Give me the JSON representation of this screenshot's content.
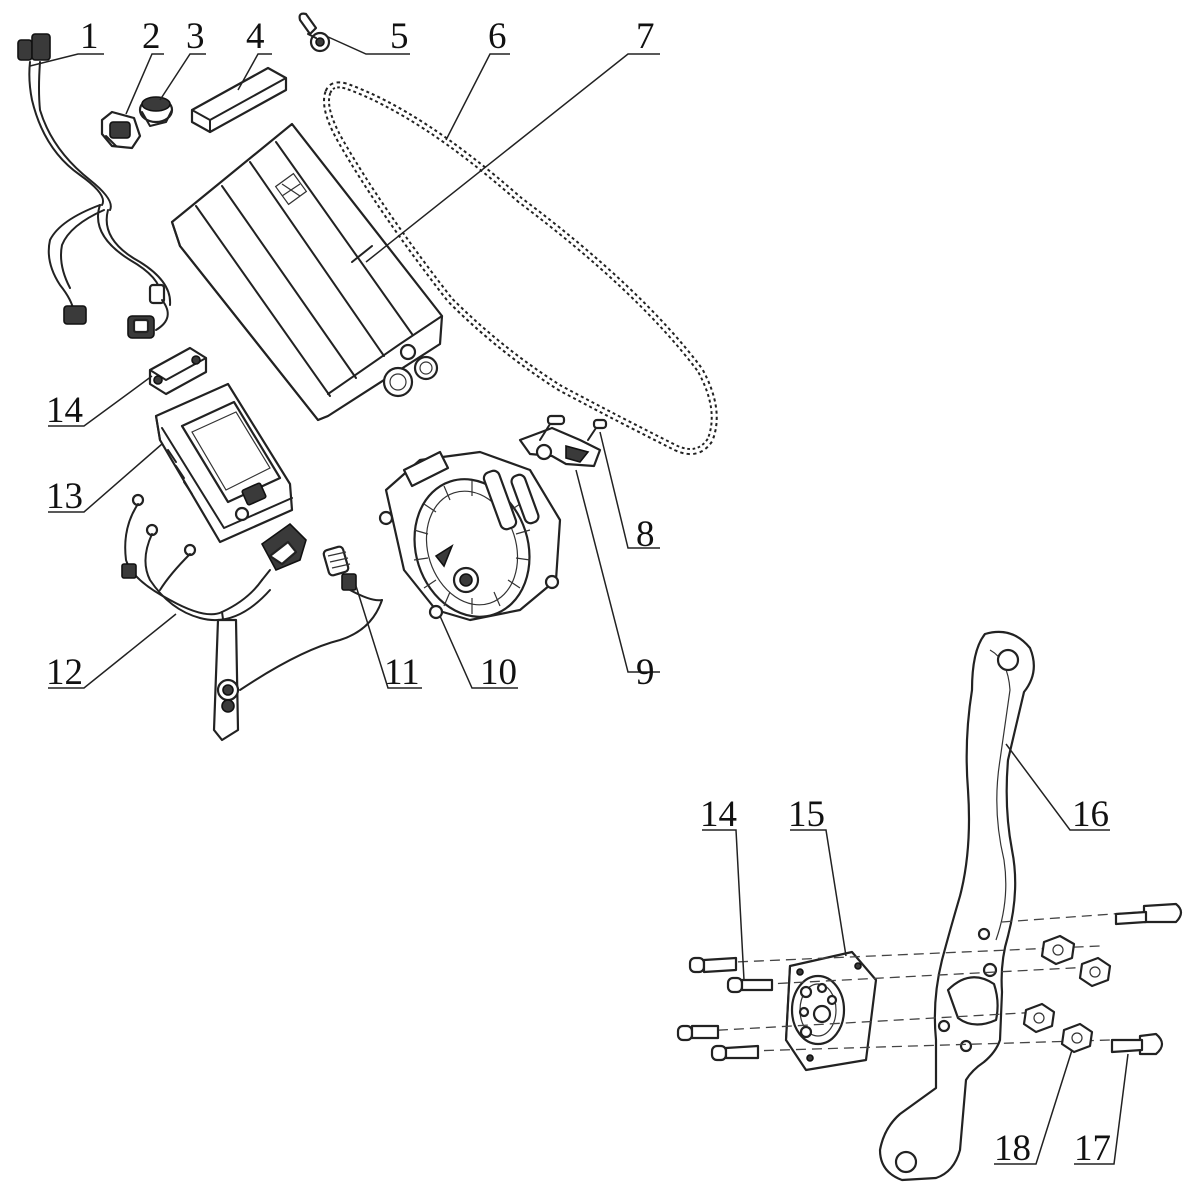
{
  "callouts": [
    "1",
    "2",
    "3",
    "4",
    "5",
    "6",
    "7",
    "8",
    "9",
    "10",
    "11",
    "12",
    "13",
    "14",
    "14",
    "15",
    "16",
    "17",
    "18"
  ]
}
